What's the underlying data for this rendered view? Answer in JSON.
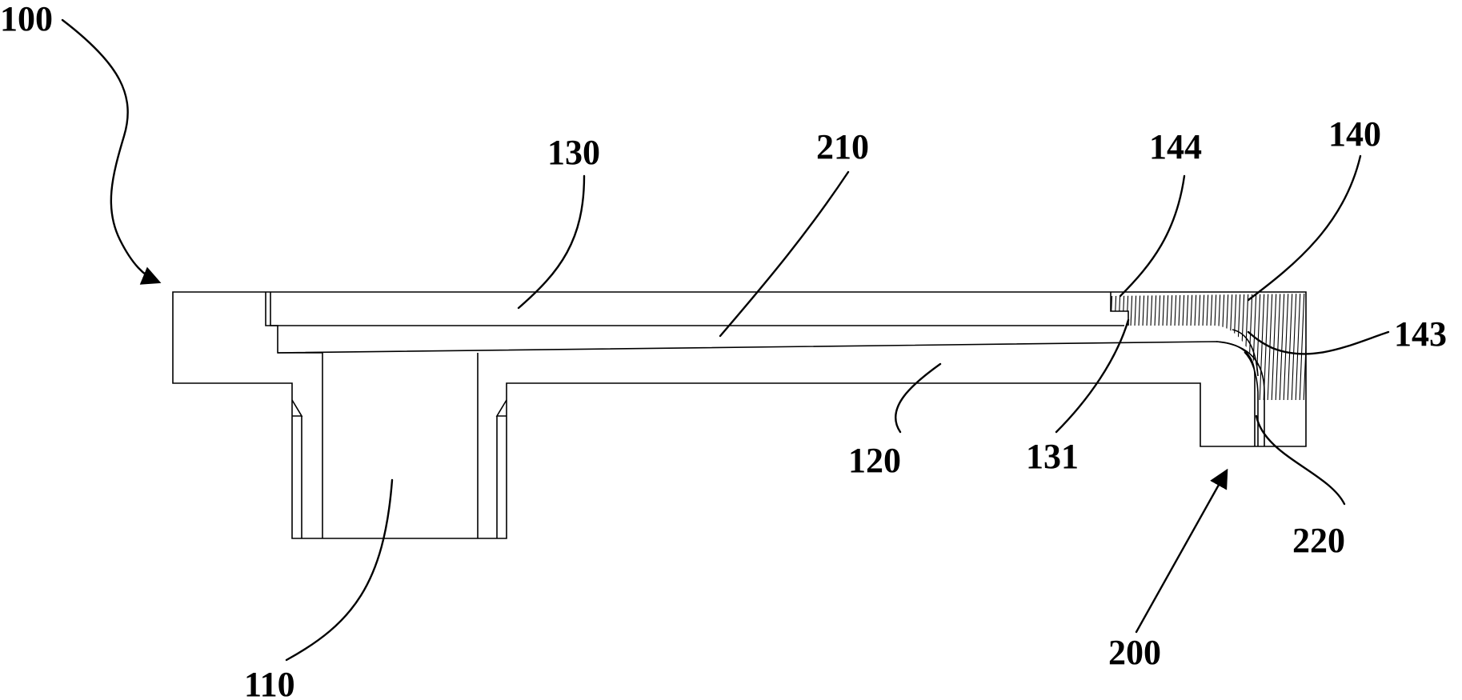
{
  "labels": {
    "ref_100": "100",
    "ref_130": "130",
    "ref_210": "210",
    "ref_144": "144",
    "ref_140": "140",
    "ref_143": "143",
    "ref_120": "120",
    "ref_131": "131",
    "ref_220": "220",
    "ref_110": "110",
    "ref_200": "200"
  },
  "colors": {
    "line": "#000000",
    "background": "#ffffff"
  }
}
